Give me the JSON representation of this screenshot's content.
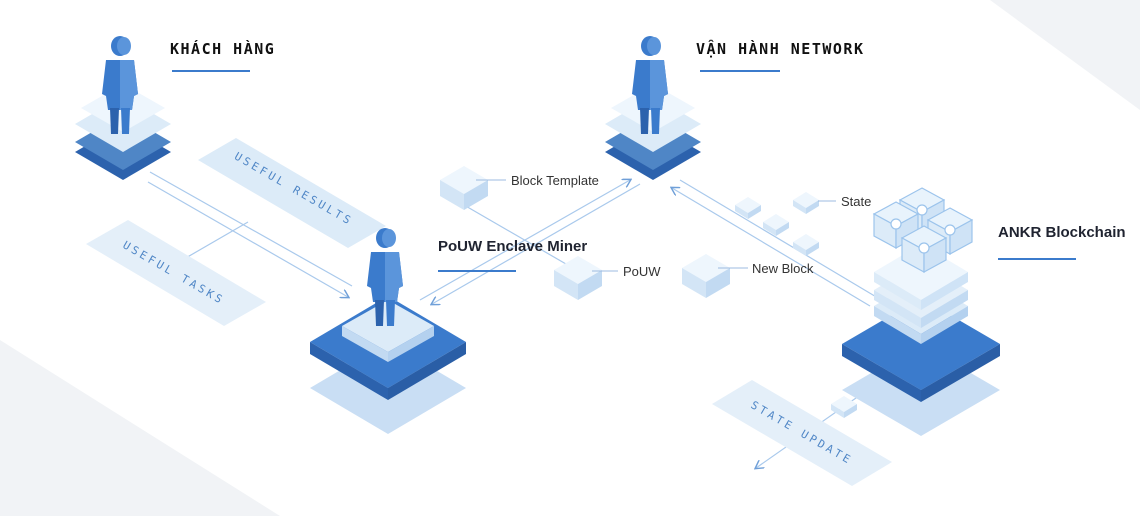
{
  "actors": {
    "customer": {
      "title": "KHÁCH HÀNG"
    },
    "operator": {
      "title": "VẬN HÀNH NETWORK"
    },
    "miner": {
      "title": "PoUW Enclave Miner"
    },
    "blockchain": {
      "title": "ANKR Blockchain"
    }
  },
  "flows": {
    "useful_results": "USEFUL RESULTS",
    "useful_tasks": "USEFUL TASKS",
    "state_update": "STATE UPDATE"
  },
  "items": {
    "block_template": "Block Template",
    "pouw": "PoUW",
    "state": "State",
    "new_block": "New Block"
  },
  "colors": {
    "primary_blue": "#3b7bcc",
    "dark_blue": "#2c62ad",
    "light_tile": "#dcebf8",
    "pale_tile": "#eef6fd",
    "shadow_tile": "#c9def4",
    "accent_line": "#3b7bcc"
  },
  "icons": [
    "person-icon",
    "cube-icon",
    "arrow-icon"
  ]
}
